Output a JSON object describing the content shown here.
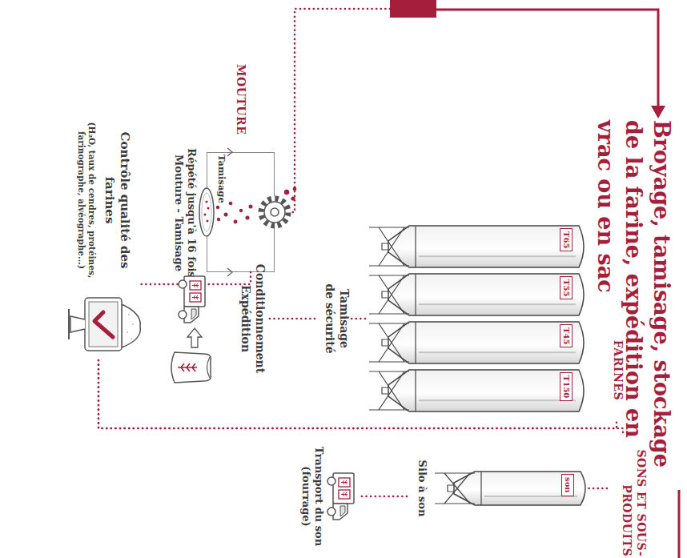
{
  "diagram": {
    "title": "Broyage, tamisage, stockage de la farine, expédition en vrac ou en sac",
    "nodes": [
      {
        "text": [
          "Tamisage",
          "Répété jusqu'à 16 fois Mouture - Tamisage"
        ]
      },
      {
        "text": [
          "Contrôle qualité des farines",
          "(H₂O, taux de cendres, protéines, farinographe, alvéographe...)"
        ]
      },
      {
        "text": [
          "FARINES"
        ]
      },
      {
        "text": [
          "T65"
        ],
        "in": 2
      },
      {
        "text": [
          "T55"
        ],
        "in": 2
      },
      {
        "text": [
          "T45"
        ],
        "in": 2
      },
      {
        "text": [
          "T150"
        ],
        "in": 2
      },
      {
        "text": [
          "Tamisage de sécurité"
        ]
      },
      {
        "text": [
          "Conditionnement Expédition"
        ]
      },
      {
        "text": [
          "SONS ET SOUS-PRODUITS"
        ]
      },
      {
        "text": [
          "son",
          "Silo à son"
        ]
      },
      {
        "text": [
          "Transport du son (fourrage)"
        ]
      }
    ],
    "edges": [
      {
        "from": 0,
        "to": 1,
        "arrow": "none"
      },
      {
        "from": 1,
        "to": 2,
        "arrow": "none"
      },
      {
        "from": 1,
        "to": 9,
        "arrow": "none"
      },
      {
        "from": 2,
        "to": 7,
        "arrow": "none"
      },
      {
        "from": 7,
        "to": 8,
        "arrow": "none"
      },
      {
        "from": 9,
        "to": 10,
        "arrow": "none"
      },
      {
        "from": 10,
        "to": 11,
        "arrow": "none"
      }
    ],
    "labels": [
      "MOUTURE"
    ]
  }
}
